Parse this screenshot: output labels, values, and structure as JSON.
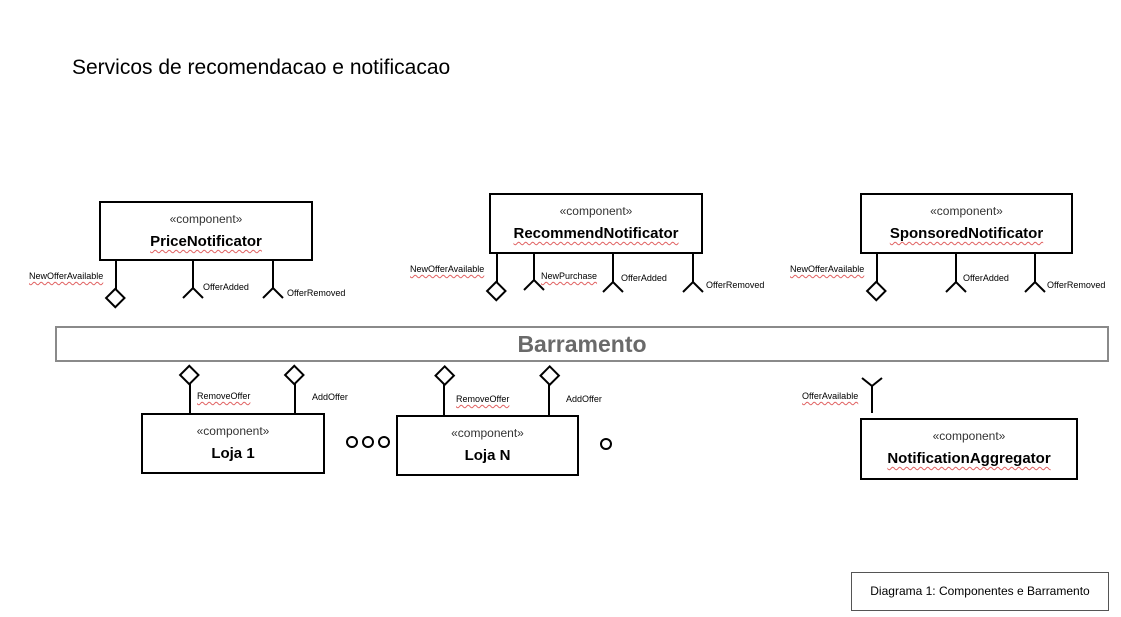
{
  "title": "Servicos de recomendacao e notificacao",
  "bus": {
    "label": "Barramento"
  },
  "stereotype": "«component»",
  "components": {
    "price": {
      "name": "PriceNotificator",
      "ports": [
        "NewOfferAvailable",
        "OfferAdded",
        "OfferRemoved"
      ]
    },
    "recommend": {
      "name": "RecommendNotificator",
      "ports": [
        "NewOfferAvailable",
        "NewPurchase",
        "OfferAdded",
        "OfferRemoved"
      ]
    },
    "sponsored": {
      "name": "SponsoredNotificator",
      "ports": [
        "NewOfferAvailable",
        "OfferAdded",
        "OfferRemoved"
      ]
    },
    "loja1": {
      "name": "Loja 1",
      "ports": [
        "RemoveOffer",
        "AddOffer"
      ]
    },
    "lojaN": {
      "name": "Loja N",
      "ports": [
        "RemoveOffer",
        "AddOffer"
      ]
    },
    "aggregator": {
      "name": "NotificationAggregator",
      "ports": [
        "OfferAvailable"
      ]
    }
  },
  "caption": "Diagrama 1: Componentes e Barramento"
}
